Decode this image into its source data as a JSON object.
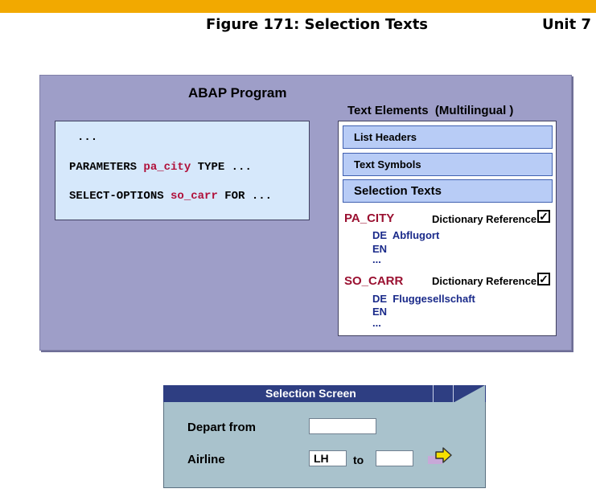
{
  "header": {
    "figure_title": "Figure 171: Selection Texts",
    "unit": "Unit 7"
  },
  "program": {
    "title": "ABAP Program",
    "code": {
      "ellipsis": "...",
      "line1_keyword": "PARAMETERS",
      "line1_var": "pa_city",
      "line1_rest": "TYPE ...",
      "line2_keyword": "SELECT-OPTIONS",
      "line2_var": "so_carr",
      "line2_rest": "FOR ..."
    }
  },
  "text_elements": {
    "title": "Text Elements  (Multilingual )",
    "tabs": [
      "List Headers",
      "Text Symbols",
      "Selection Texts"
    ],
    "entries": [
      {
        "name": "PA_CITY",
        "dict_label": "Dictionary Reference",
        "checked": true,
        "de_code": "DE",
        "de_text": "Abflugort",
        "en_code": "EN",
        "more": "..."
      },
      {
        "name": "SO_CARR",
        "dict_label": "Dictionary Reference",
        "checked": true,
        "de_code": "DE",
        "de_text": "Fluggesellschaft",
        "en_code": "EN",
        "more": "..."
      }
    ]
  },
  "selection_screen": {
    "title": "Selection Screen",
    "depart_label": "Depart from",
    "depart_value": "",
    "airline_label": "Airline",
    "airline_low": "LH",
    "to_label": "to",
    "airline_high": ""
  },
  "colors": {
    "header_bar": "#f2a900",
    "panel": "#9e9ec8",
    "code_bg": "#d6e8fb",
    "tab_bg": "#b8ccf6",
    "var_red": "#b0103a",
    "lang_blue": "#1a2a8a",
    "screen_bg": "#a9c2cc",
    "screen_head": "#2e3e82"
  },
  "icons": {
    "check": "checkbox-checked-icon",
    "arrow": "multiple-selection-arrow-icon"
  }
}
